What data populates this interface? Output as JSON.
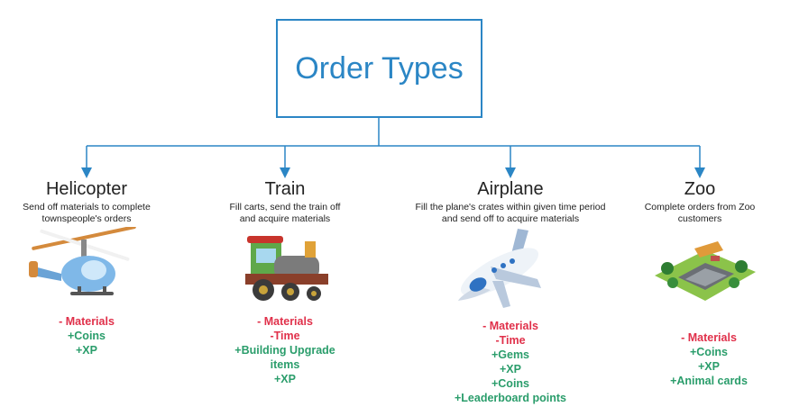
{
  "title": "Order Types",
  "colors": {
    "accent": "#2b86c5",
    "negative": "#e0304a",
    "positive": "#2a9d6b"
  },
  "order_types": [
    {
      "name": "Helicopter",
      "description": [
        "Send off materials to complete",
        "townspeople's orders"
      ],
      "icon": "helicopter-icon",
      "effects": [
        "- Materials",
        "+Coins",
        "+XP"
      ]
    },
    {
      "name": "Train",
      "description": [
        "Fill carts, send the train off",
        "and acquire materials"
      ],
      "icon": "train-icon",
      "effects": [
        "- Materials",
        "-Time",
        "+Building Upgrade",
        "items",
        "+XP"
      ]
    },
    {
      "name": "Airplane",
      "description": [
        "Fill the plane's crates within given time period",
        "and send off to acquire materials"
      ],
      "icon": "airplane-icon",
      "effects": [
        "- Materials",
        "-Time",
        "+Gems",
        "+XP",
        "+Coins",
        "+Leaderboard points"
      ]
    },
    {
      "name": "Zoo",
      "description": [
        "Complete orders from Zoo",
        "customers"
      ],
      "icon": "zoo-icon",
      "effects": [
        "- Materials",
        "+Coins",
        "+XP",
        "+Animal cards"
      ]
    }
  ]
}
